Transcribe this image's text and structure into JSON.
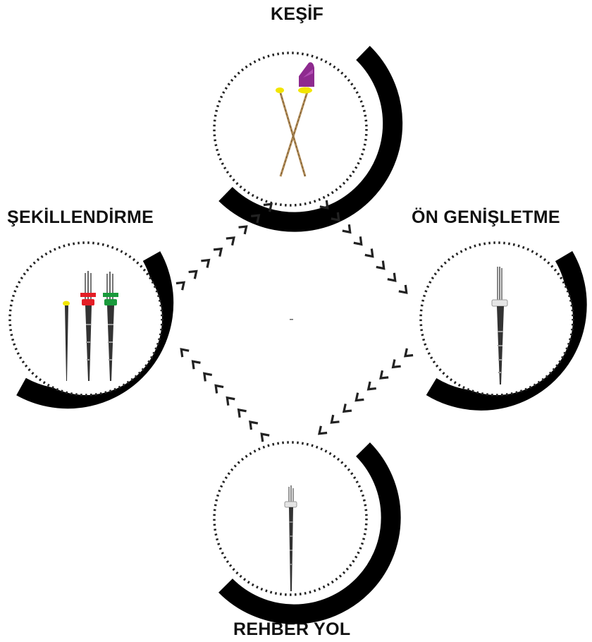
{
  "diagram": {
    "stages": {
      "top": {
        "label": "KEŞİF",
        "instrument": "crossed-files-icon"
      },
      "right": {
        "label": "ÖN GENİŞLETME",
        "instrument": "single-white-file-icon"
      },
      "bottom": {
        "label": "REHBER YOL",
        "instrument": "thin-file-icon"
      },
      "left": {
        "label": "ŞEKİLLENDİRME",
        "instrument": "three-files-icon"
      }
    },
    "arrow_glyph": ">",
    "colors": {
      "ring": "#000000",
      "dotted_border": "#222222",
      "text": "#111111",
      "purple_handle": "#8e2a8f",
      "yellow_stop": "#f2e500",
      "red_stop": "#e41e26",
      "green_stop": "#1a9a3c",
      "file_shaft": "#b08a55"
    }
  }
}
